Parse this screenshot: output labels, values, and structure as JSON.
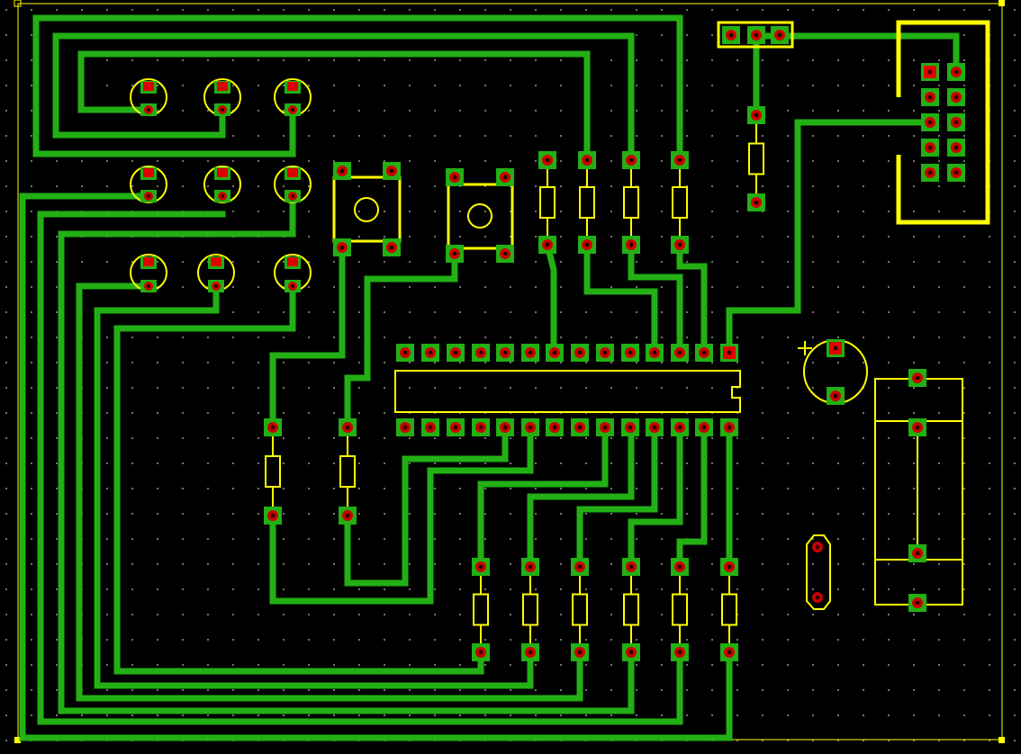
{
  "board": {
    "background": "#000000",
    "grid_dot_color": "#9a9a9a",
    "outline_color": "#ffff00",
    "trace_color": "#22b014",
    "pad_ring_color": "#cc0000",
    "pad_square_color": "#e00000",
    "silkscreen_color": "#ffff00"
  },
  "components": {
    "leds": [
      "led-1",
      "led-2",
      "led-3",
      "led-4",
      "led-5",
      "led-6",
      "led-7",
      "led-8",
      "led-9"
    ],
    "push_buttons": [
      "button-1",
      "button-2"
    ],
    "resistors_top": [
      "resistor-1",
      "resistor-2",
      "resistor-3",
      "resistor-4"
    ],
    "resistors_bottom": [
      "resistor-5",
      "resistor-6",
      "resistor-7",
      "resistor-8",
      "resistor-9",
      "resistor-10"
    ],
    "resistors_mid": [
      "resistor-11",
      "resistor-12"
    ],
    "ic": {
      "name": "dip-28-ic",
      "pins": 28
    },
    "capacitor": {
      "name": "electrolytic-capacitor",
      "polarity_mark": "+"
    },
    "header_3pin": "three-pin-header",
    "idc_header": {
      "name": "ten-pin-idc-header",
      "pins": 10
    },
    "crystal": "crystal-oscillator",
    "battery_holder": "battery-holder"
  }
}
